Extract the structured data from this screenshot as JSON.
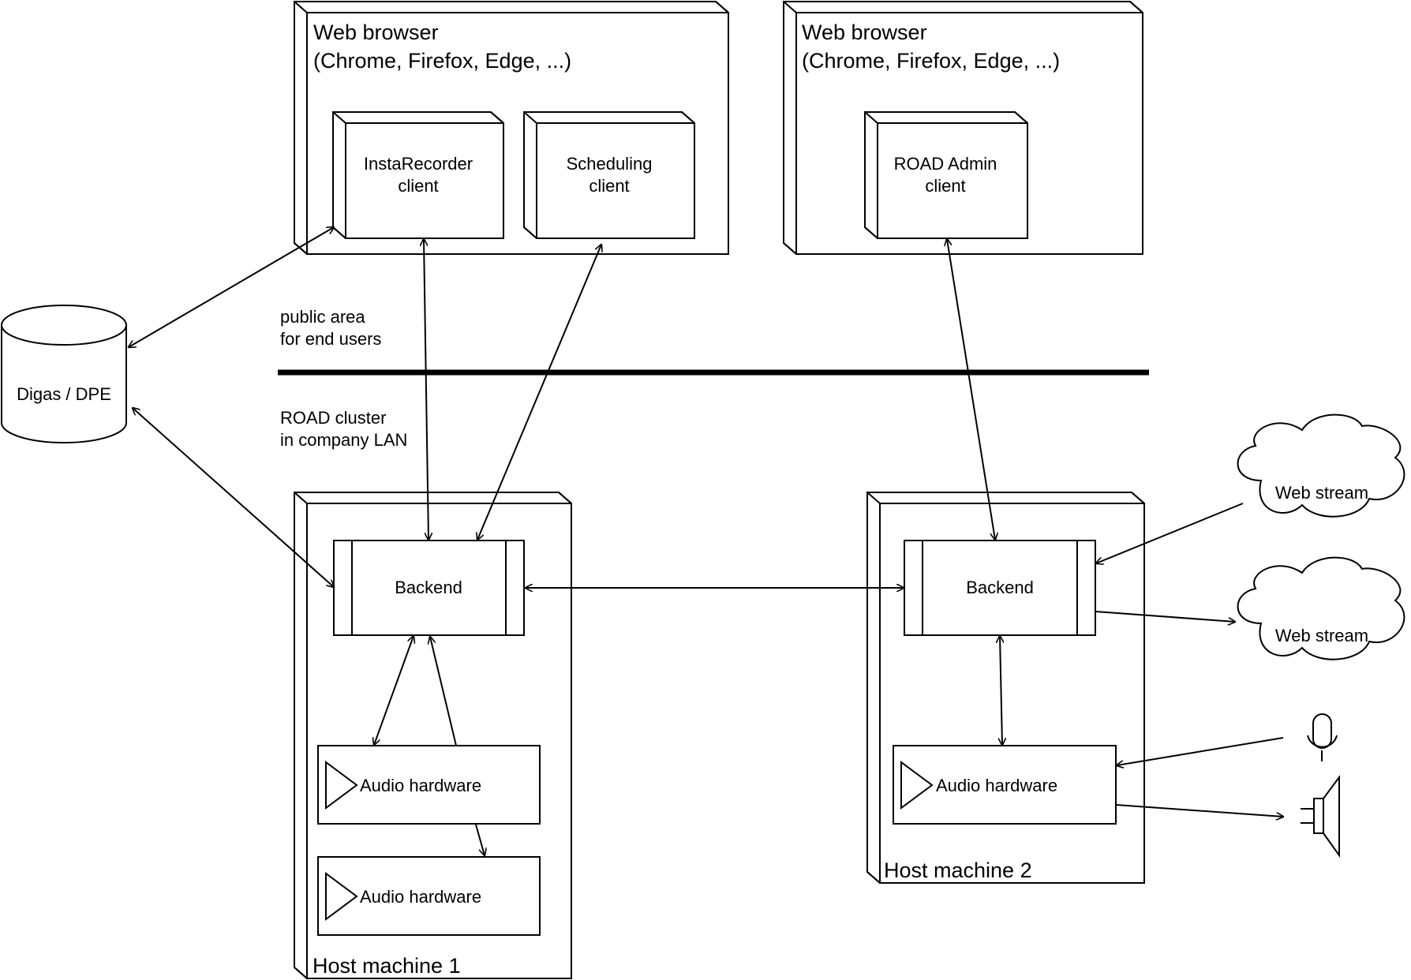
{
  "nodes": {
    "browser1": {
      "title_line1": "Web browser",
      "title_line2": "(Chrome, Firefox, Edge, ...)"
    },
    "browser2": {
      "title_line1": "Web browser",
      "title_line2": "(Chrome, Firefox, Edge, ...)"
    },
    "instarecorder": {
      "line1": "InstaRecorder",
      "line2": "client"
    },
    "scheduling": {
      "line1": "Scheduling",
      "line2": "client"
    },
    "road_admin": {
      "line1": "ROAD Admin",
      "line2": "client"
    },
    "digas": {
      "label": "Digas / DPE"
    },
    "host1": {
      "title": "Host machine 1"
    },
    "host2": {
      "title": "Host machine 2"
    },
    "backend1": {
      "label": "Backend"
    },
    "backend2": {
      "label": "Backend"
    },
    "audio_h1_a": {
      "label": "Audio hardware"
    },
    "audio_h1_b": {
      "label": "Audio hardware"
    },
    "audio_h2": {
      "label": "Audio hardware"
    },
    "webstream_in": {
      "label": "Web stream"
    },
    "webstream_out": {
      "label": "Web stream"
    },
    "microphone": {
      "icon": "microphone-icon"
    },
    "speaker": {
      "icon": "speaker-icon"
    }
  },
  "zones": {
    "public": {
      "line1": "public area",
      "line2": "for end users"
    },
    "cluster": {
      "line1": "ROAD cluster",
      "line2": "in company LAN"
    }
  },
  "edges": [
    {
      "from": "instarecorder",
      "to": "digas",
      "direction": "both"
    },
    {
      "from": "digas",
      "to": "backend1",
      "direction": "both"
    },
    {
      "from": "instarecorder",
      "to": "backend1",
      "direction": "both"
    },
    {
      "from": "scheduling",
      "to": "backend1",
      "direction": "both"
    },
    {
      "from": "road_admin",
      "to": "backend2",
      "direction": "both"
    },
    {
      "from": "backend1",
      "to": "backend2",
      "direction": "both"
    },
    {
      "from": "backend1",
      "to": "audio_h1_a",
      "direction": "both"
    },
    {
      "from": "audio_h1_a",
      "to": "backend1",
      "direction": "forward"
    },
    {
      "from": "audio_h1_a",
      "to": "audio_h1_b",
      "direction": "forward"
    },
    {
      "from": "backend2",
      "to": "audio_h2",
      "direction": "both"
    },
    {
      "from": "webstream_in",
      "to": "backend2",
      "direction": "forward"
    },
    {
      "from": "backend2",
      "to": "webstream_out",
      "direction": "forward"
    },
    {
      "from": "microphone",
      "to": "audio_h2",
      "direction": "forward"
    },
    {
      "from": "audio_h2",
      "to": "speaker",
      "direction": "forward"
    }
  ]
}
